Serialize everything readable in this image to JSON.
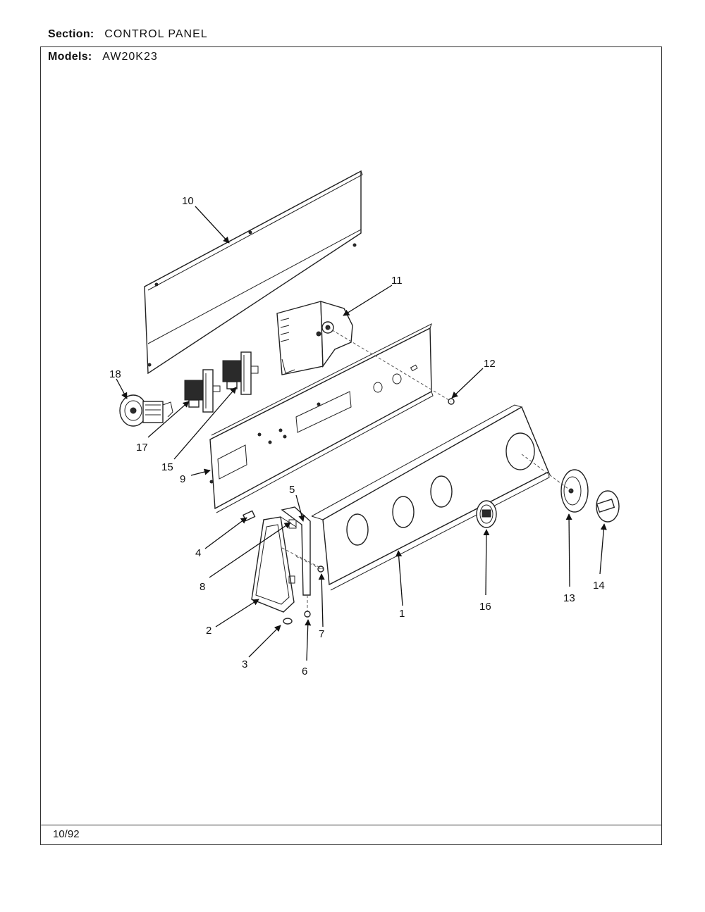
{
  "header": {
    "section_label": "Section:",
    "section_value": "CONTROL PANEL",
    "models_label": "Models:",
    "models_value": "AW20K23"
  },
  "footer": {
    "date": "10/92"
  },
  "callouts": {
    "c1": "1",
    "c2": "2",
    "c3": "3",
    "c4": "4",
    "c5": "5",
    "c6": "6",
    "c7": "7",
    "c8": "8",
    "c9": "9",
    "c10": "10",
    "c11": "11",
    "c12": "12",
    "c13": "13",
    "c14": "14",
    "c15": "15",
    "c16": "16",
    "c17": "17",
    "c18": "18"
  }
}
